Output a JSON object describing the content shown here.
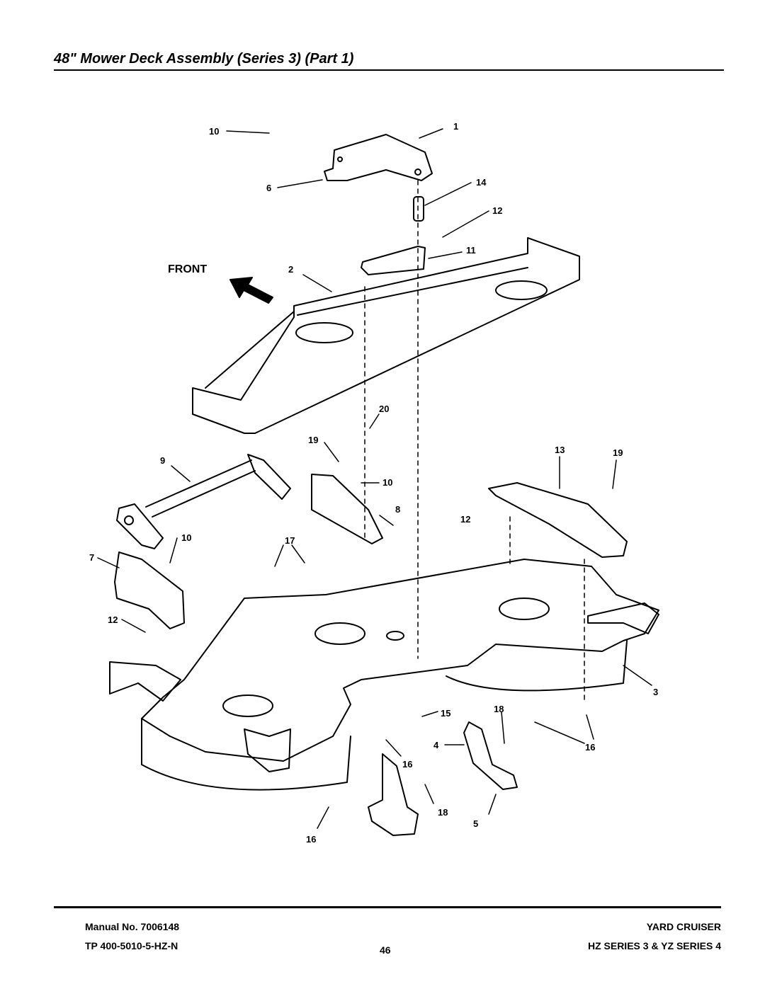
{
  "title": "48\" Mower Deck Assembly (Series 3) (Part 1)",
  "diagram": {
    "front_label": "FRONT",
    "callouts": [
      "10",
      "1",
      "6",
      "14",
      "12",
      "11",
      "2",
      "20",
      "19",
      "13",
      "19",
      "9",
      "10",
      "8",
      "12",
      "10",
      "17",
      "7",
      "12",
      "3",
      "15",
      "18",
      "4",
      "16",
      "16",
      "18",
      "5",
      "16"
    ]
  },
  "footer": {
    "manual_label": "Manual No.  7006148",
    "tp_number": "TP 400-5010-5-HZ-N",
    "page_number": "46",
    "brand": "YARD CRUISER",
    "series": "HZ SERIES 3 & YZ SERIES 4"
  }
}
